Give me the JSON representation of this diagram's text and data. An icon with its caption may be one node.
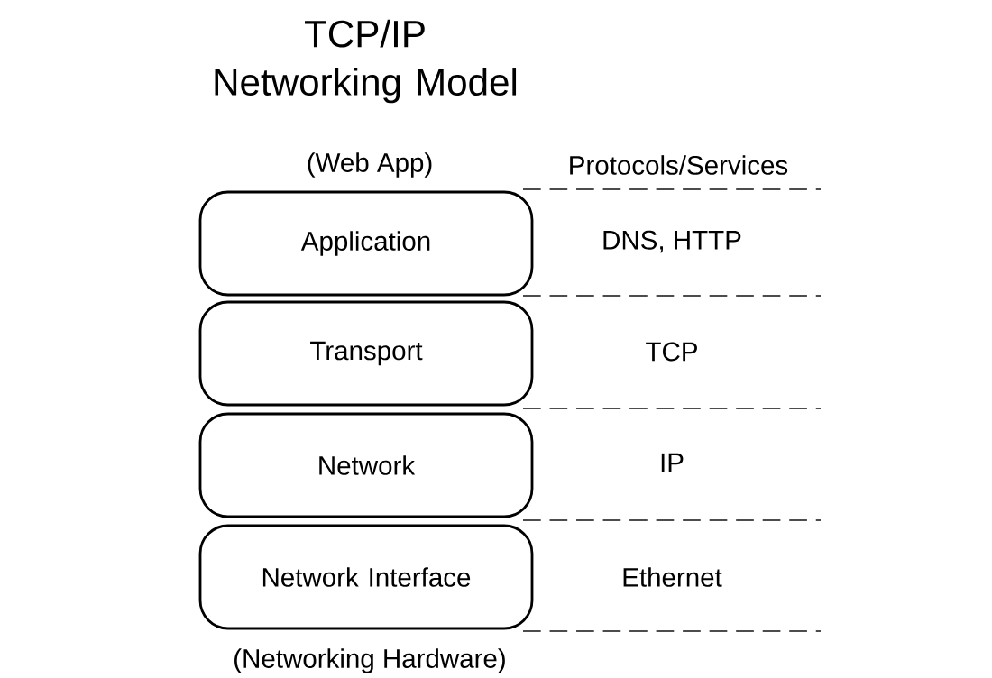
{
  "diagram": {
    "title": "TCP/IP Networking Model",
    "nodes": [
      {
        "text": [
          "Application"
        ],
        "beside": [
          "(Web App)"
        ]
      },
      {
        "text": [
          "Transport"
        ]
      },
      {
        "text": [
          "Network"
        ]
      },
      {
        "text": [
          "Network Interface"
        ],
        "beside": [
          "(Networking Hardware)"
        ]
      }
    ],
    "labels": [
      "Protocols/Services",
      "DNS, HTTP",
      "TCP",
      "IP",
      "Ethernet"
    ]
  }
}
